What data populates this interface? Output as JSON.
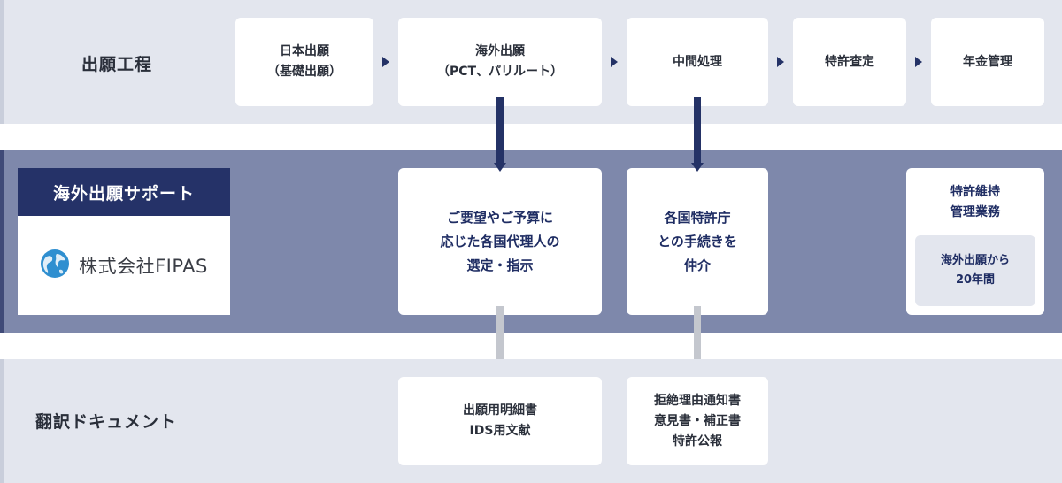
{
  "process": {
    "label": "出願工程",
    "steps": [
      {
        "text": "日本出願\n（基礎出願）"
      },
      {
        "text": "海外出願\n（PCT、パリルート）"
      },
      {
        "text": "中間処理"
      },
      {
        "text": "特許査定"
      },
      {
        "text": "年金管理"
      }
    ]
  },
  "support": {
    "header": "海外出願サポート",
    "company_name": "株式会社FIPAS",
    "logo_icon": "globe-icon",
    "boxes": [
      {
        "text": "ご要望やご予算に\n応じた各国代理人の\n選定・指示"
      },
      {
        "text": "各国特許庁\nとの手続きを\n仲介"
      }
    ],
    "maintenance": {
      "title": "特許維持\n管理業務",
      "sub": "海外出願から\n20年間"
    }
  },
  "translation": {
    "label": "翻訳ドキュメント",
    "boxes": [
      {
        "text": "出願用明細書\nIDS用文献"
      },
      {
        "text": "拒絶理由通知書\n意見書・補正書\n特許公報"
      }
    ]
  },
  "colors": {
    "navy": "#253268",
    "band_light": "#e3e6ee",
    "band_dark": "#7e88ab",
    "arrow_gray": "#c4c7ce"
  }
}
